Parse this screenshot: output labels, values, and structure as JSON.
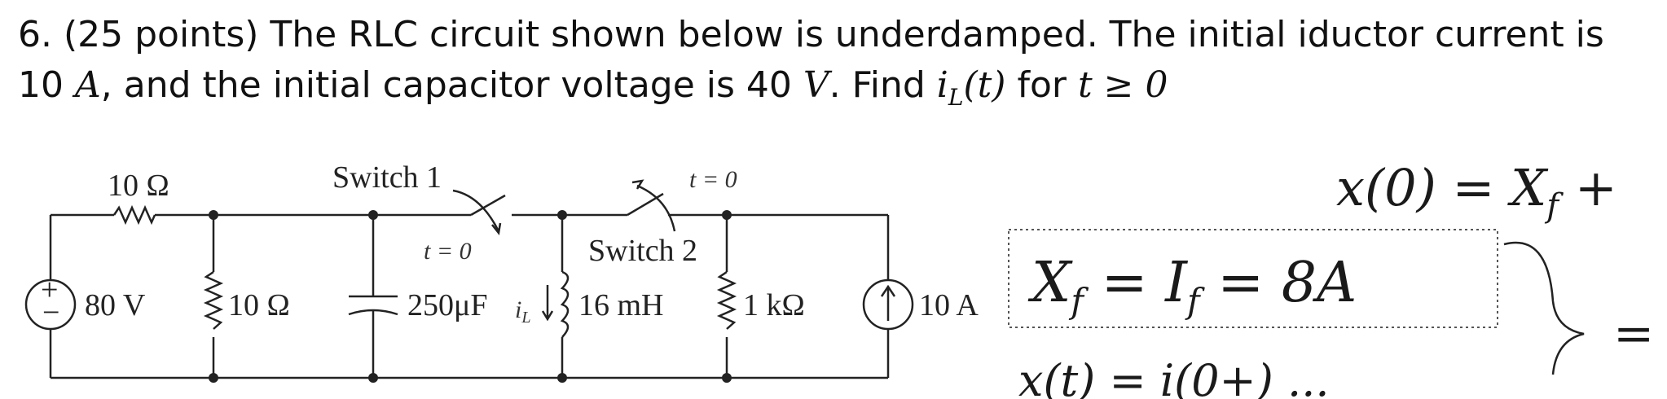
{
  "problem": {
    "line1": "6. (25 points) The RLC circuit shown below is underdamped.  The initial iductor current is",
    "line2_part1": "10 ",
    "line2_unitA": "A",
    "line2_part2": ", and the initial capacitor voltage is 40 ",
    "line2_unitV": "V",
    "line2_part3": ".  Find ",
    "line2_var": "i",
    "line2_sub": "L",
    "line2_arg": "(t)",
    "line2_part4": " for ",
    "line2_cond": "t ≥ 0"
  },
  "circuit": {
    "r_series": "10 Ω",
    "vsource": "80 V",
    "r_shunt": "10 Ω",
    "capacitor": "250μF",
    "inductor_current": "i",
    "inductor_current_sub": "L",
    "inductor": "16 mH",
    "r_load": "1 kΩ",
    "isource": "10 A",
    "switch1": "Switch 1",
    "switch1_time": "t = 0",
    "switch2": "Switch 2",
    "switch2_time": "t = 0",
    "plus": "+",
    "minus": "−"
  },
  "handwriting": {
    "top": "x(0) = X",
    "top_sub": "f",
    "top_tail": " +",
    "box_lhs": "X",
    "box_lhs_sub": "f",
    "box_mid": " = I",
    "box_mid_sub": "f",
    "box_rhs": " = 8A",
    "arrow": "=",
    "bottom": "x(t) = i(0+) ..."
  }
}
